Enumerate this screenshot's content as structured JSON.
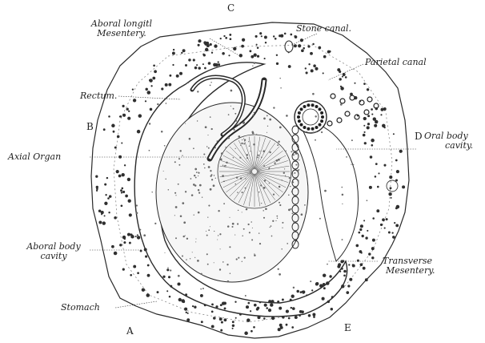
{
  "figure": {
    "letters": {
      "a": "A",
      "b": "B",
      "c": "C",
      "d": "D",
      "e": "E"
    },
    "labels": {
      "aboral_longit_mesentery_l1": "Aboral longitl",
      "aboral_longit_mesentery_l2": "Mesentery.",
      "stone_canal": "Stone canal.",
      "parietal_canal": "Parietal canal",
      "rectum": "Rectum.",
      "oral_body_cavity_l1": "Oral body",
      "oral_body_cavity_l2": "cavity.",
      "axial_organ": "Axial Organ",
      "aboral_body_cavity_l1": "Aboral body",
      "aboral_body_cavity_l2": "cavity",
      "transverse_mesentery_l1": "Transverse",
      "transverse_mesentery_l2": "Mesentery.",
      "stomach": "Stomach"
    },
    "colors": {
      "ink": "#1f1f1f",
      "paper": "#ffffff"
    }
  }
}
